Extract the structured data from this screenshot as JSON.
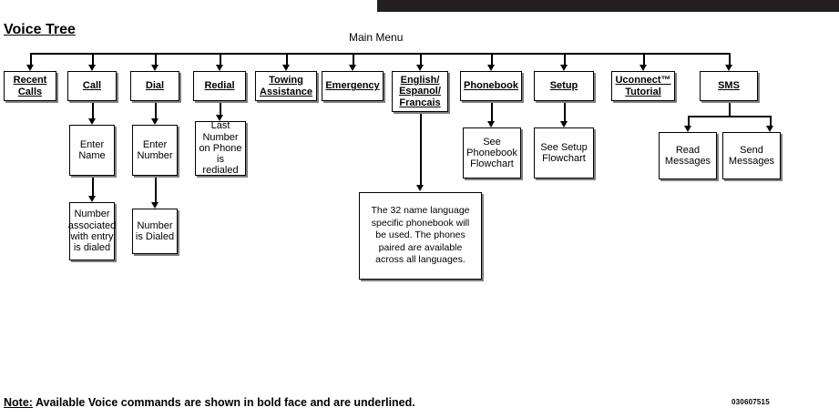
{
  "document": {
    "title": "Voice Tree",
    "main_menu_label": "Main Menu",
    "footer_note_prefix": "Note:",
    "footer_note_text": " Available Voice commands are shown in bold face and are underlined.",
    "doc_code": "030607515",
    "top_bar_color": "#231f20",
    "line_color": "#000000",
    "background_color": "#ffffff"
  },
  "diagram": {
    "type": "flowchart",
    "root": "Main Menu",
    "level1": [
      {
        "id": "recent-calls",
        "label": "Recent\nCalls",
        "voice_command": true
      },
      {
        "id": "call",
        "label": "Call",
        "voice_command": true
      },
      {
        "id": "dial",
        "label": "Dial",
        "voice_command": true
      },
      {
        "id": "redial",
        "label": "Redial",
        "voice_command": true
      },
      {
        "id": "towing-assistance",
        "label": "Towing\nAssistance",
        "voice_command": true
      },
      {
        "id": "emergency",
        "label": "Emergency",
        "voice_command": true
      },
      {
        "id": "english-espanol-francais",
        "label": "English/\nEspanol/\nFrancais",
        "voice_command": true
      },
      {
        "id": "phonebook",
        "label": "Phonebook",
        "voice_command": true
      },
      {
        "id": "setup",
        "label": "Setup",
        "voice_command": true
      },
      {
        "id": "uconnect-tutorial",
        "label": "Uconnect™\nTutorial",
        "voice_command": true
      },
      {
        "id": "sms",
        "label": "SMS",
        "voice_command": true
      }
    ],
    "level2": [
      {
        "id": "enter-name",
        "label": "Enter\nName",
        "parent": "call",
        "voice_command": false
      },
      {
        "id": "enter-number",
        "label": "Enter\nNumber",
        "parent": "dial",
        "voice_command": false
      },
      {
        "id": "last-number-redialed",
        "label": "Last\nNumber\non Phone\nis redialed",
        "parent": "redial",
        "voice_command": false
      },
      {
        "id": "language-note",
        "label": "The 32 name language specific phonebook will be used. The phones paired are available across all languages.",
        "parent": "english-espanol-francais",
        "voice_command": false
      },
      {
        "id": "see-phonebook-flowchart",
        "label": "See\nPhonebook\nFlowchart",
        "parent": "phonebook",
        "voice_command": false
      },
      {
        "id": "see-setup-flowchart",
        "label": "See Setup\nFlowchart",
        "parent": "setup",
        "voice_command": false
      },
      {
        "id": "read-messages",
        "label": "Read\nMessages",
        "parent": "sms",
        "voice_command": false
      },
      {
        "id": "send-messages",
        "label": "Send\nMessages",
        "parent": "sms",
        "voice_command": false
      }
    ],
    "level3": [
      {
        "id": "number-associated-dialed",
        "label": "Number\nassociated\nwith entry\nis dialed",
        "parent": "enter-name",
        "voice_command": false
      },
      {
        "id": "number-is-dialed",
        "label": "Number\nis Dialed",
        "parent": "enter-number",
        "voice_command": false
      }
    ]
  }
}
